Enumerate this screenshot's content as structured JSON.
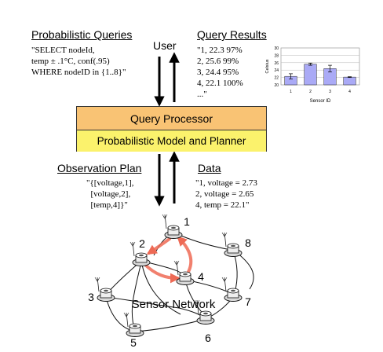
{
  "queries": {
    "heading": "Probabilistic Queries",
    "lines": [
      "\"SELECT nodeId,",
      "temp ± .1°C, conf(.95)",
      "WHERE nodeID in {1..8}\""
    ]
  },
  "user_label": "User",
  "results": {
    "heading": "Query Results",
    "lines": [
      "\"1, 22.3 97%",
      "2, 25.6 99%",
      "3, 24.4 95%",
      "4, 22.1 100%",
      "...\""
    ]
  },
  "chart_data": {
    "type": "bar",
    "categories": [
      "1",
      "2",
      "3",
      "4"
    ],
    "values": [
      22.3,
      25.6,
      24.4,
      22.1
    ],
    "errors": [
      0.7,
      0.3,
      0.9,
      0.1
    ],
    "ylim": [
      20,
      30
    ],
    "yticks": [
      20,
      22,
      24,
      26,
      28,
      30
    ],
    "ylabel": "Celsius",
    "xlabel": "Sensor ID",
    "bar_color": "#aaaaf6",
    "grid": true
  },
  "processor": {
    "top_label": "Query Processor",
    "bottom_label": "Probabilistic Model and Planner",
    "top_color": "#f9c374",
    "bottom_color": "#fbf26c"
  },
  "plan": {
    "heading": "Observation Plan",
    "lines": [
      "\"{[voltage,1],",
      "  [voltage,2],",
      "  [temp,4]}\""
    ]
  },
  "data": {
    "heading": "Data",
    "lines": [
      "\"1, voltage = 2.73",
      "2, voltage = 2.65",
      "4, temp = 22.1\""
    ]
  },
  "network": {
    "label": "Sensor Network",
    "nodes": [
      {
        "id": "1",
        "label": "1"
      },
      {
        "id": "2",
        "label": "2"
      },
      {
        "id": "3",
        "label": "3"
      },
      {
        "id": "4",
        "label": "4"
      },
      {
        "id": "5",
        "label": "5"
      },
      {
        "id": "6",
        "label": "6"
      },
      {
        "id": "7",
        "label": "7"
      },
      {
        "id": "8",
        "label": "8"
      }
    ],
    "route_color": "#ee6a55"
  }
}
